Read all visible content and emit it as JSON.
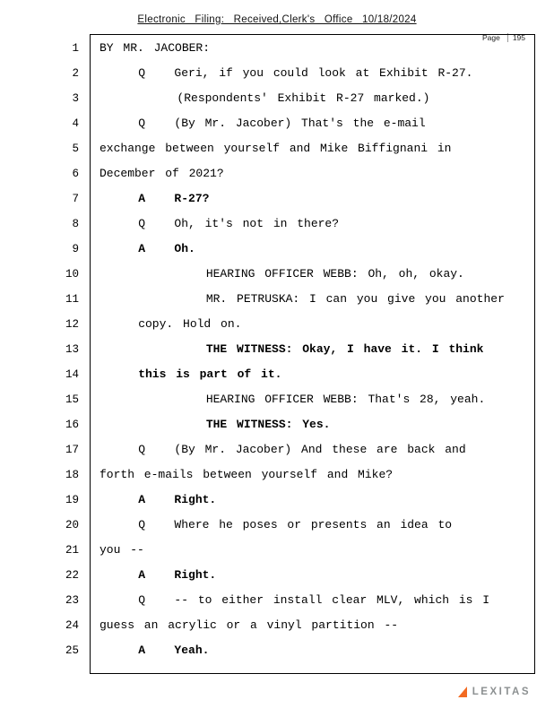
{
  "header": {
    "filing_text": "Electronic Filing: Received,Clerk's Office 10/18/2024",
    "page_label": "Page",
    "page_number": "195"
  },
  "transcript": {
    "lines": [
      {
        "num": "1",
        "text": "BY MR. JACOBER:",
        "bold": false
      },
      {
        "num": "2",
        "text": "    Q   Geri, if you could look at Exhibit R-27.",
        "bold": false
      },
      {
        "num": "3",
        "text": "        (Respondents' Exhibit R-27 marked.)",
        "bold": false
      },
      {
        "num": "4",
        "text": "    Q   (By Mr. Jacober) That's the e-mail",
        "bold": false
      },
      {
        "num": "5",
        "text": "exchange between yourself and Mike Biffignani in",
        "bold": false
      },
      {
        "num": "6",
        "text": "December of 2021?",
        "bold": false
      },
      {
        "num": "7",
        "text": "    A   R-27?",
        "bold": true
      },
      {
        "num": "8",
        "text": "    Q   Oh, it's not in there?",
        "bold": false
      },
      {
        "num": "9",
        "text": "    A   Oh.",
        "bold": true
      },
      {
        "num": "10",
        "text": "           HEARING OFFICER WEBB: Oh, oh, okay.",
        "bold": false
      },
      {
        "num": "11",
        "text": "           MR. PETRUSKA: I can you give you another",
        "bold": false
      },
      {
        "num": "12",
        "text": "    copy. Hold on.",
        "bold": false
      },
      {
        "num": "13",
        "text": "           THE WITNESS: Okay, I have it. I think",
        "bold": true
      },
      {
        "num": "14",
        "text": "    this is part of it.",
        "bold": true
      },
      {
        "num": "15",
        "text": "           HEARING OFFICER WEBB: That's 28, yeah.",
        "bold": false
      },
      {
        "num": "16",
        "text": "           THE WITNESS: Yes.",
        "bold": true
      },
      {
        "num": "17",
        "text": "    Q   (By Mr. Jacober) And these are back and",
        "bold": false
      },
      {
        "num": "18",
        "text": "forth e-mails between yourself and Mike?",
        "bold": false
      },
      {
        "num": "19",
        "text": "    A   Right.",
        "bold": true
      },
      {
        "num": "20",
        "text": "    Q   Where he poses or presents an idea to",
        "bold": false
      },
      {
        "num": "21",
        "text": "you --",
        "bold": false
      },
      {
        "num": "22",
        "text": "    A   Right.",
        "bold": true
      },
      {
        "num": "23",
        "text": "    Q   -- to either install clear MLV, which is I",
        "bold": false
      },
      {
        "num": "24",
        "text": "guess an acrylic or a vinyl partition --",
        "bold": false
      },
      {
        "num": "25",
        "text": "    A   Yeah.",
        "bold": true
      }
    ]
  },
  "footer": {
    "brand": "LEXITAS"
  }
}
